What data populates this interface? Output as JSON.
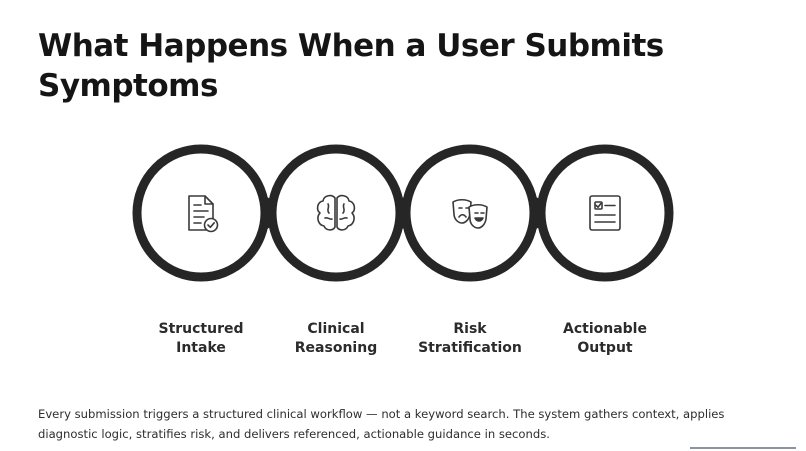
{
  "header": {
    "title": "What Happens When a User Submits Symptoms"
  },
  "steps": [
    {
      "line1": "Structured",
      "line2": "Intake",
      "icon": "document-check-icon"
    },
    {
      "line1": "Clinical",
      "line2": "Reasoning",
      "icon": "brain-icon"
    },
    {
      "line1": "Risk",
      "line2": "Stratification",
      "icon": "theater-masks-icon"
    },
    {
      "line1": "Actionable",
      "line2": "Output",
      "icon": "checklist-icon"
    }
  ],
  "description": "Every submission triggers a structured clinical workflow — not a keyword search. The system gathers context, applies diagnostic logic, stratifies risk, and delivers referenced, actionable guidance in seconds.",
  "colors": {
    "ring": "#262626",
    "icon": "#3a3a3a",
    "text": "#2b2b2b",
    "accent": "#3c4b6c"
  }
}
